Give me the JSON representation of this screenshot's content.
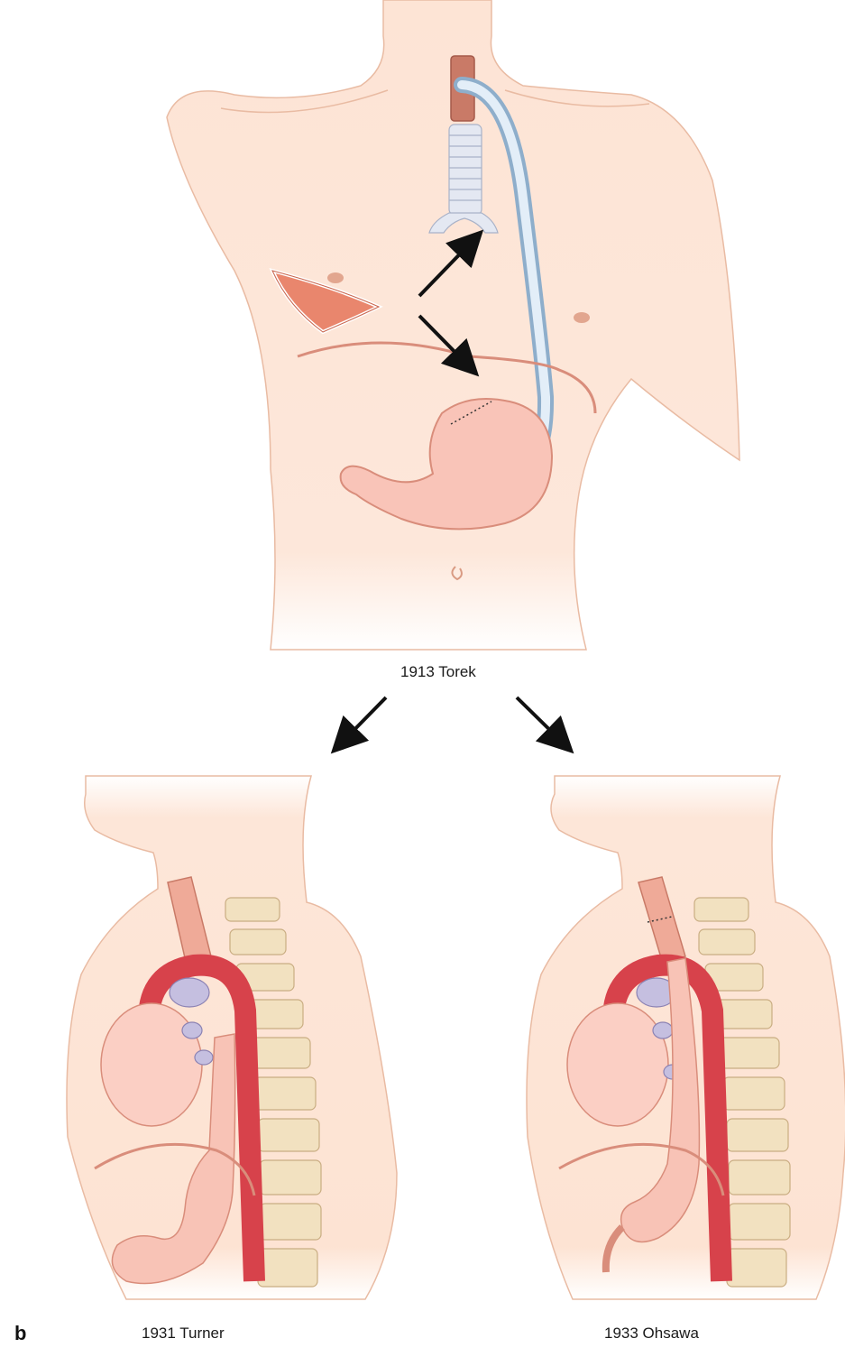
{
  "figure": {
    "panel_label": "b",
    "captions": {
      "torek": "1913 Torek",
      "turner": "1931 Turner",
      "ohsawa": "1933 Ohsawa"
    }
  },
  "colors": {
    "skin": "#fde3d3",
    "skin_outline": "#e7b59d",
    "aorta": "#d7424b",
    "stomach": "#f6b8ad",
    "tube": "#c9dcee",
    "vein": "#c5bfe0",
    "spine": "#f3e4c5",
    "arrow": "#111111"
  }
}
